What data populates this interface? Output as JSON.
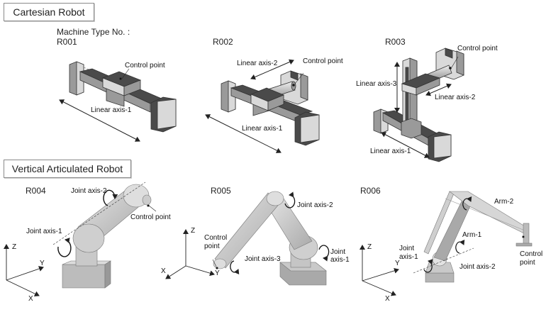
{
  "sections": {
    "cartesian": {
      "title": "Cartesian Robot"
    },
    "vertical": {
      "title": "Vertical Articulated Robot"
    }
  },
  "machine_type_label": "Machine Type No. :",
  "robots": {
    "r001": {
      "id": "R001",
      "labels": {
        "control_point": "Control point",
        "linear_axis_1": "Linear axis-1"
      }
    },
    "r002": {
      "id": "R002",
      "labels": {
        "control_point": "Control point",
        "linear_axis_1": "Linear axis-1",
        "linear_axis_2": "Linear axis-2"
      }
    },
    "r003": {
      "id": "R003",
      "labels": {
        "control_point": "Control point",
        "linear_axis_1": "Linear axis-1",
        "linear_axis_2": "Linear axis-2",
        "linear_axis_3": "Linear axis-3"
      }
    },
    "r004": {
      "id": "R004",
      "labels": {
        "joint_axis_1": "Joint axis-1",
        "joint_axis_2": "Joint axis-2",
        "control_point": "Control point"
      }
    },
    "r005": {
      "id": "R005",
      "labels": {
        "joint_axis_1_l1": "Joint",
        "joint_axis_1_l2": "axis-1",
        "joint_axis_2": "Joint axis-2",
        "joint_axis_3": "Joint axis-3",
        "control_point_l1": "Control",
        "control_point_l2": "point"
      }
    },
    "r006": {
      "id": "R006",
      "labels": {
        "arm_1": "Arm-1",
        "arm_2": "Arm-2",
        "joint_axis_1_l1": "Joint",
        "joint_axis_1_l2": "axis-1",
        "joint_axis_2": "Joint axis-2",
        "control_point_l1": "Control",
        "control_point_l2": "point"
      }
    }
  },
  "axes": {
    "x": "X",
    "y": "Y",
    "z": "Z"
  },
  "colors": {
    "dark_face": "#4a4a4a",
    "mid_face": "#9a9a9a",
    "light_face": "#d9d9d9",
    "robot_body": "#c8c8c8",
    "robot_shadow": "#a9a9a9",
    "outline": "#333333"
  }
}
